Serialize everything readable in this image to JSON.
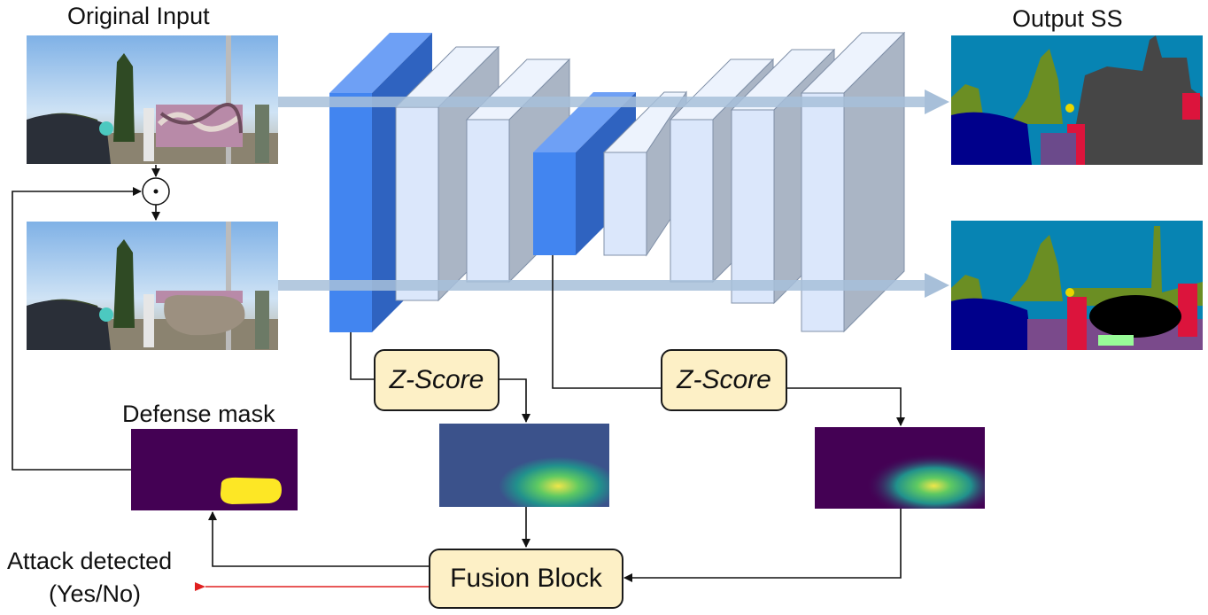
{
  "labels": {
    "original_input": "Original Input",
    "output_ss": "Output SS",
    "defense_mask": "Defense mask",
    "attack_detected_line1": "Attack detected",
    "attack_detected_line2": "(Yes/No)"
  },
  "operator_symbol": "⊙",
  "blocks": {
    "zscore_left": "Z-Score",
    "zscore_right": "Z-Score",
    "fusion": "Fusion Block"
  },
  "colors": {
    "blue_front": "#4285f0",
    "blue_side": "#2f63c0",
    "blue_top": "#6ea0f5",
    "light_front": "#dbe7fb",
    "light_side": "#aab5c5",
    "light_top": "#edf3fd",
    "flow_arrow": "#a7bfd9",
    "alert_arrow": "#e02020",
    "box_fill": "#fdf0c6",
    "mask_bg": "#440154",
    "mask_blob": "#fde725"
  },
  "icons": {
    "network": "cnn-encoder-decoder-icon",
    "operator": "elementwise-product-icon"
  }
}
